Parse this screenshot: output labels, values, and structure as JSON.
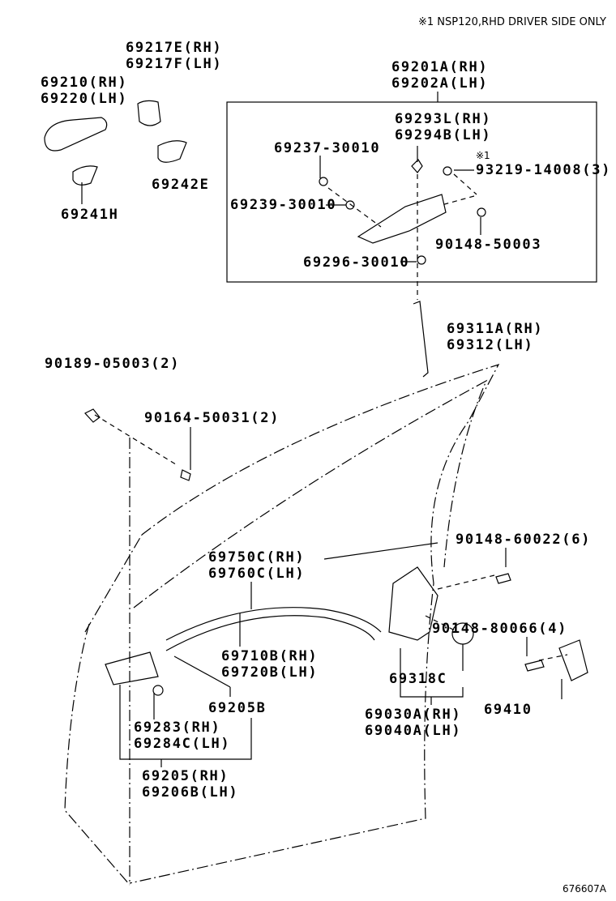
{
  "note": "※1 NSP120,RHD DRIVER SIDE ONLY",
  "illustration_id": "676607A",
  "callouts": {
    "c69217": [
      "69217E(RH)",
      "69217F(LH)"
    ],
    "c69210": [
      "69210(RH)",
      "69220(LH)"
    ],
    "c69242": [
      "69242E"
    ],
    "c69241": [
      "69241H"
    ],
    "c69201": [
      "69201A(RH)",
      "69202A(LH)"
    ],
    "c69293": [
      "69293L(RH)",
      "69294B(LH)"
    ],
    "c69237": [
      "69237-30010"
    ],
    "c93219_mark": "※1",
    "c93219": [
      "93219-14008(3)"
    ],
    "c69239": [
      "69239-30010"
    ],
    "c90148_50003": [
      "90148-50003"
    ],
    "c69296": [
      "69296-30010"
    ],
    "c69311": [
      "69311A(RH)",
      "69312(LH)"
    ],
    "c90189": [
      "90189-05003(2)"
    ],
    "c90164": [
      "90164-50031(2)"
    ],
    "c90148_60022": [
      "90148-60022(6)"
    ],
    "c69750": [
      "69750C(RH)",
      "69760C(LH)"
    ],
    "c90148_80066": [
      "90148-80066(4)"
    ],
    "c69710": [
      "69710B(RH)",
      "69720B(LH)"
    ],
    "c69318": [
      "69318C"
    ],
    "c69205B": [
      "69205B"
    ],
    "c69283": [
      "69283(RH)",
      "69284C(LH)"
    ],
    "c69030": [
      "69030A(RH)",
      "69040A(LH)"
    ],
    "c69410": [
      "69410"
    ],
    "c69205": [
      "69205(RH)",
      "69206B(LH)"
    ]
  }
}
